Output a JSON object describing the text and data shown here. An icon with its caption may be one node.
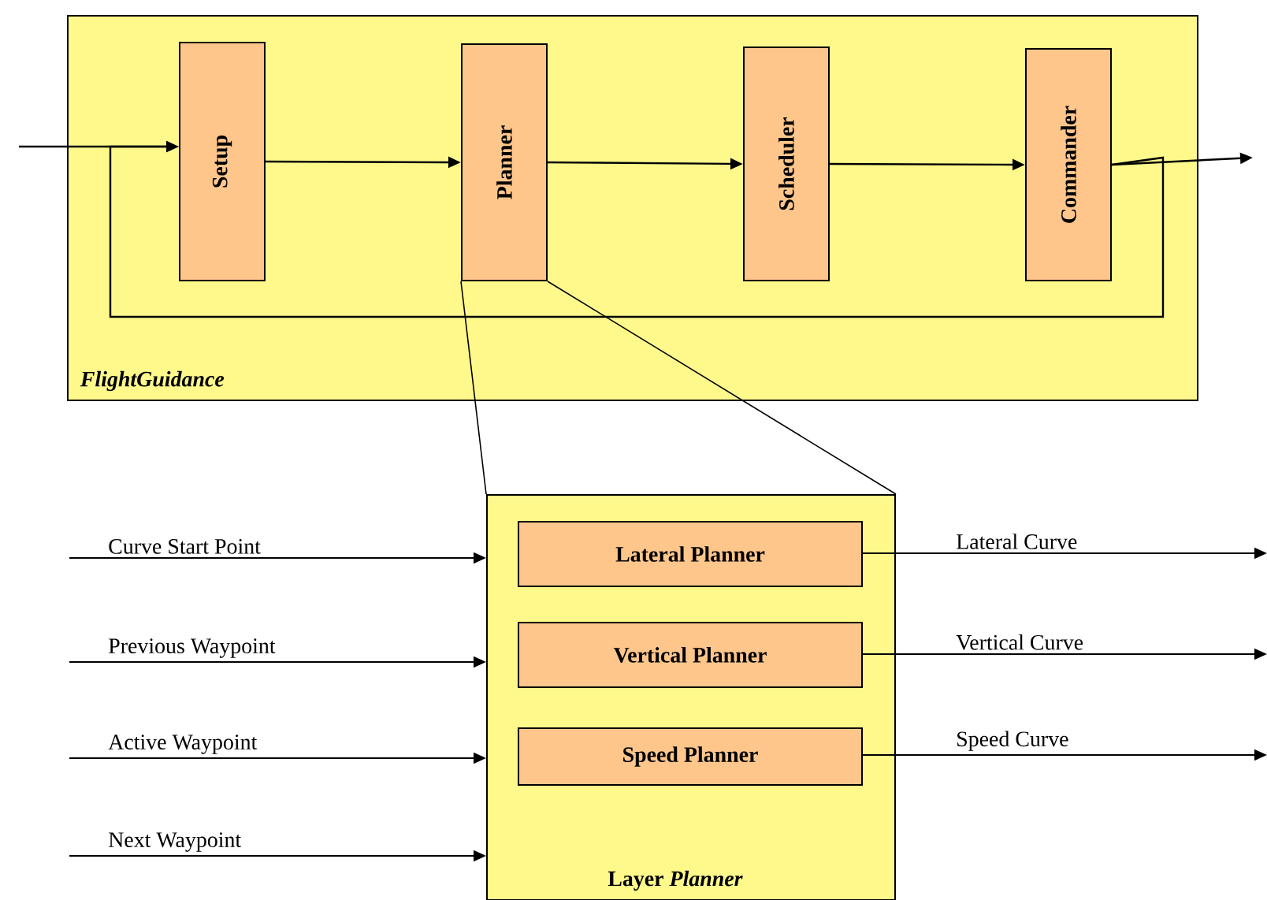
{
  "diagram": {
    "nodes": [
      {
        "text": [
          "FlightGuidance"
        ]
      },
      {
        "text": [
          "Setup"
        ],
        "in": 0
      },
      {
        "text": [
          "Planner"
        ],
        "in": 0
      },
      {
        "text": [
          "Scheduler"
        ],
        "in": 0
      },
      {
        "text": [
          "Commander"
        ],
        "in": 0
      },
      {
        "text": [
          "Layer *Planner*"
        ]
      },
      {
        "text": [
          "Lateral Planner"
        ],
        "in": 5
      },
      {
        "text": [
          "Vertical Planner"
        ],
        "in": 5
      },
      {
        "text": [
          "Speed Planner"
        ],
        "in": 5
      }
    ],
    "edges": [
      {
        "from": null,
        "to": 1,
        "arrow": "to"
      },
      {
        "from": 1,
        "to": 2,
        "arrow": "to"
      },
      {
        "from": 2,
        "to": 3,
        "arrow": "to"
      },
      {
        "from": 3,
        "to": 4,
        "arrow": "to"
      },
      {
        "from": 4,
        "to": null,
        "arrow": "to"
      },
      {
        "from": 4,
        "to": 1,
        "arrow": "to"
      },
      {
        "from": 2,
        "to": 5,
        "arrow": "none"
      },
      {
        "from": 2,
        "to": 5,
        "arrow": "none"
      },
      {
        "from": null,
        "to": 5,
        "arrow": "to",
        "label": "Curve Start Point"
      },
      {
        "from": null,
        "to": 5,
        "arrow": "to",
        "label": "Previous Waypoint"
      },
      {
        "from": null,
        "to": 5,
        "arrow": "to",
        "label": "Active Waypoint"
      },
      {
        "from": null,
        "to": 5,
        "arrow": "to",
        "label": "Next Waypoint"
      },
      {
        "from": 6,
        "to": null,
        "arrow": "to",
        "label": "Lateral Curve"
      },
      {
        "from": 7,
        "to": null,
        "arrow": "to",
        "label": "Vertical Curve"
      },
      {
        "from": 8,
        "to": null,
        "arrow": "to",
        "label": "Speed Curve"
      }
    ]
  }
}
